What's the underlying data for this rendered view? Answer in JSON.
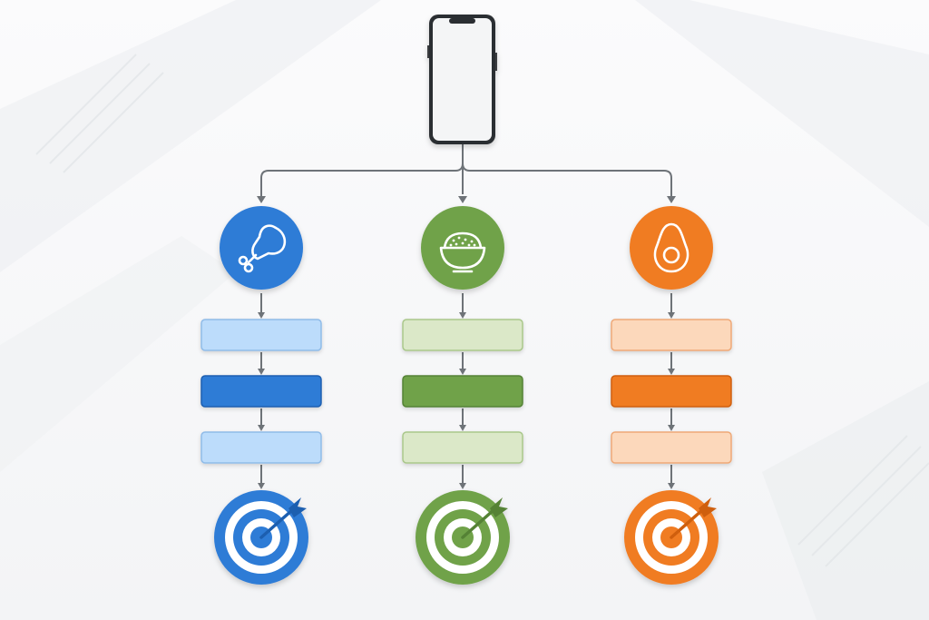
{
  "diagram": {
    "source": {
      "icon": "smartphone-icon"
    },
    "branches": [
      {
        "id": "protein",
        "icon": "chicken-drumstick-icon",
        "steps": [
          "light",
          "dark",
          "light"
        ],
        "goal_icon": "target-arrow-icon",
        "colors": {
          "main": "#2f7bd6",
          "dark": "#1f5fb0",
          "light": "#bcdcfb",
          "lightBorder": "#8fbbe8"
        }
      },
      {
        "id": "carbs",
        "icon": "rice-bowl-icon",
        "steps": [
          "light",
          "dark",
          "light"
        ],
        "goal_icon": "target-arrow-icon",
        "colors": {
          "main": "#6fa24a",
          "dark": "#548236",
          "light": "#dbe8c8",
          "lightBorder": "#a9c78a"
        }
      },
      {
        "id": "fats",
        "icon": "avocado-icon",
        "steps": [
          "light",
          "dark",
          "light"
        ],
        "goal_icon": "target-arrow-icon",
        "colors": {
          "main": "#f07c24",
          "dark": "#cf5f10",
          "light": "#fcd8bb",
          "lightBorder": "#eea877"
        }
      }
    ],
    "connector_color": "#6e7378"
  }
}
